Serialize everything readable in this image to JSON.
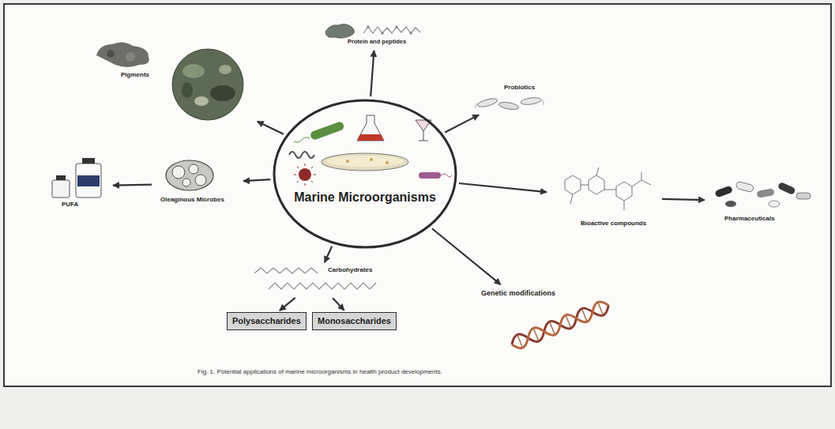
{
  "diagram": {
    "caption": "Fig. 1. Potential applications of marine microorganisms in health product developments.",
    "nodes": [
      {
        "text": [
          "Protein and peptides"
        ]
      },
      {
        "text": [
          "Pigments"
        ]
      },
      {
        "text": [
          "Probiotics"
        ]
      },
      {
        "text": [
          "PUFA"
        ]
      },
      {
        "text": [
          "Oleaginous Microbes"
        ]
      },
      {
        "text": [
          "Marine Microorganisms"
        ]
      },
      {
        "text": [
          "Bioactive compounds"
        ]
      },
      {
        "text": [
          "Pharmaceuticals"
        ]
      },
      {
        "text": [
          "Carbohydrates"
        ]
      },
      {
        "text": [
          "Genetic modifications"
        ]
      },
      {
        "text": [
          "Polysaccharides"
        ]
      },
      {
        "text": [
          "Monosaccharides"
        ]
      }
    ],
    "edges": [
      {
        "from": 5,
        "to": 0,
        "arrow": "to"
      },
      {
        "from": 5,
        "to": 1,
        "arrow": "to"
      },
      {
        "from": 5,
        "to": 2,
        "arrow": "to"
      },
      {
        "from": 5,
        "to": 4,
        "arrow": "to"
      },
      {
        "from": 4,
        "to": 3,
        "arrow": "to"
      },
      {
        "from": 5,
        "to": 6,
        "arrow": "to"
      },
      {
        "from": 6,
        "to": 7,
        "arrow": "to"
      },
      {
        "from": 5,
        "to": 9,
        "arrow": "to"
      },
      {
        "from": 5,
        "to": 8,
        "arrow": "to"
      },
      {
        "from": 8,
        "to": 10,
        "arrow": "to"
      },
      {
        "from": 8,
        "to": 11,
        "arrow": "to"
      }
    ]
  }
}
